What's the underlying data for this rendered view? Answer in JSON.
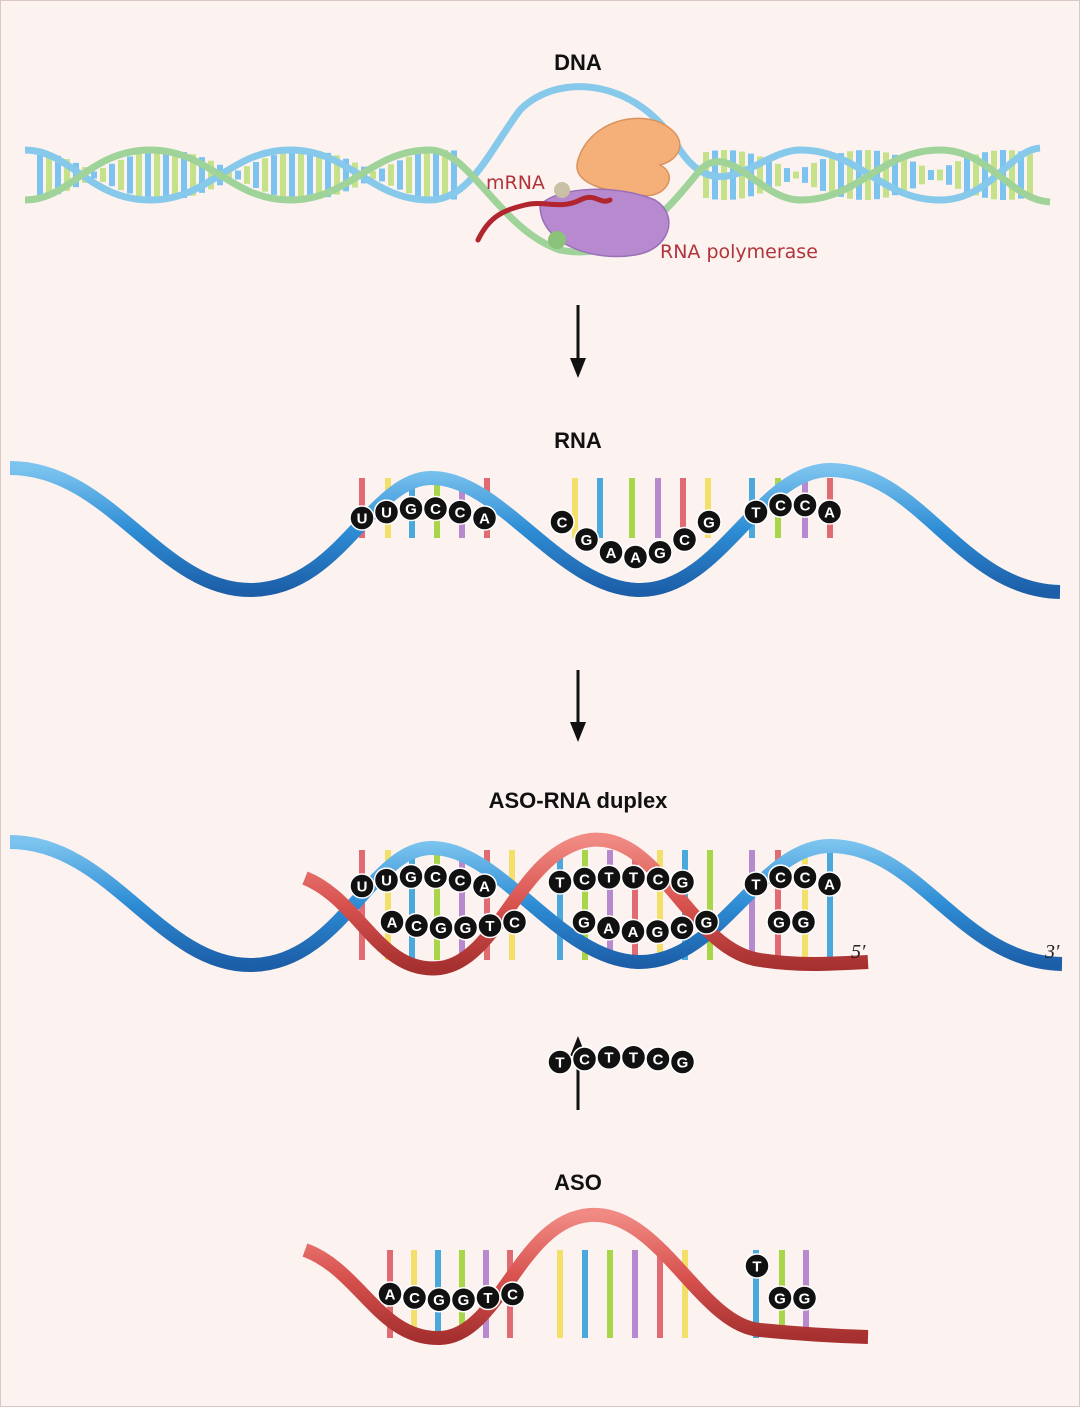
{
  "stages": {
    "dna": {
      "title": "DNA"
    },
    "rna": {
      "title": "RNA"
    },
    "duplex": {
      "title": "ASO-RNA duplex"
    },
    "aso": {
      "title": "ASO"
    }
  },
  "callouts": {
    "mrna": "mRNA",
    "polymerase": "RNA polymerase"
  },
  "end_labels": {
    "five_prime": "5′",
    "three_prime": "3′"
  },
  "sequences": {
    "rna": [
      [
        "U",
        "U",
        "G",
        "C",
        "C",
        "A"
      ],
      [
        "C",
        "G",
        "A",
        "A",
        "G",
        "C",
        "G"
      ],
      [
        "T",
        "C",
        "C",
        "A"
      ]
    ],
    "duplex_top": [
      [
        "U",
        "U",
        "G",
        "C",
        "C",
        "A"
      ],
      [
        "T",
        "C",
        "T",
        "T",
        "C",
        "G"
      ],
      [
        "T",
        "C",
        "C",
        "A"
      ]
    ],
    "duplex_bottom": [
      [
        "A",
        "C",
        "G",
        "G",
        "T",
        "C"
      ],
      [
        "G",
        "A",
        "A",
        "G",
        "C",
        "G"
      ],
      [
        "G",
        "G"
      ]
    ],
    "aso": [
      [
        "A",
        "C",
        "G",
        "G",
        "T",
        "C"
      ],
      [
        "T",
        "C",
        "T",
        "T",
        "C",
        "G"
      ],
      [
        "T"
      ],
      [
        "G",
        "G"
      ]
    ]
  },
  "colors": {
    "background": "#fcf2ef",
    "rna_strand": "#2f8fd6",
    "aso_strand": "#d8524f",
    "dna_strand_a": "#86c9ea",
    "dna_strand_b": "#9fd39a",
    "mrna": "#b0252e",
    "polymerase_large": "#f5b07a",
    "polymerase_small": "#b78ad0",
    "base_marker": "#111111"
  },
  "base_rung_colors": [
    "#e06b73",
    "#f2e06a",
    "#4aa8dc",
    "#a9d548",
    "#b78ad0"
  ]
}
